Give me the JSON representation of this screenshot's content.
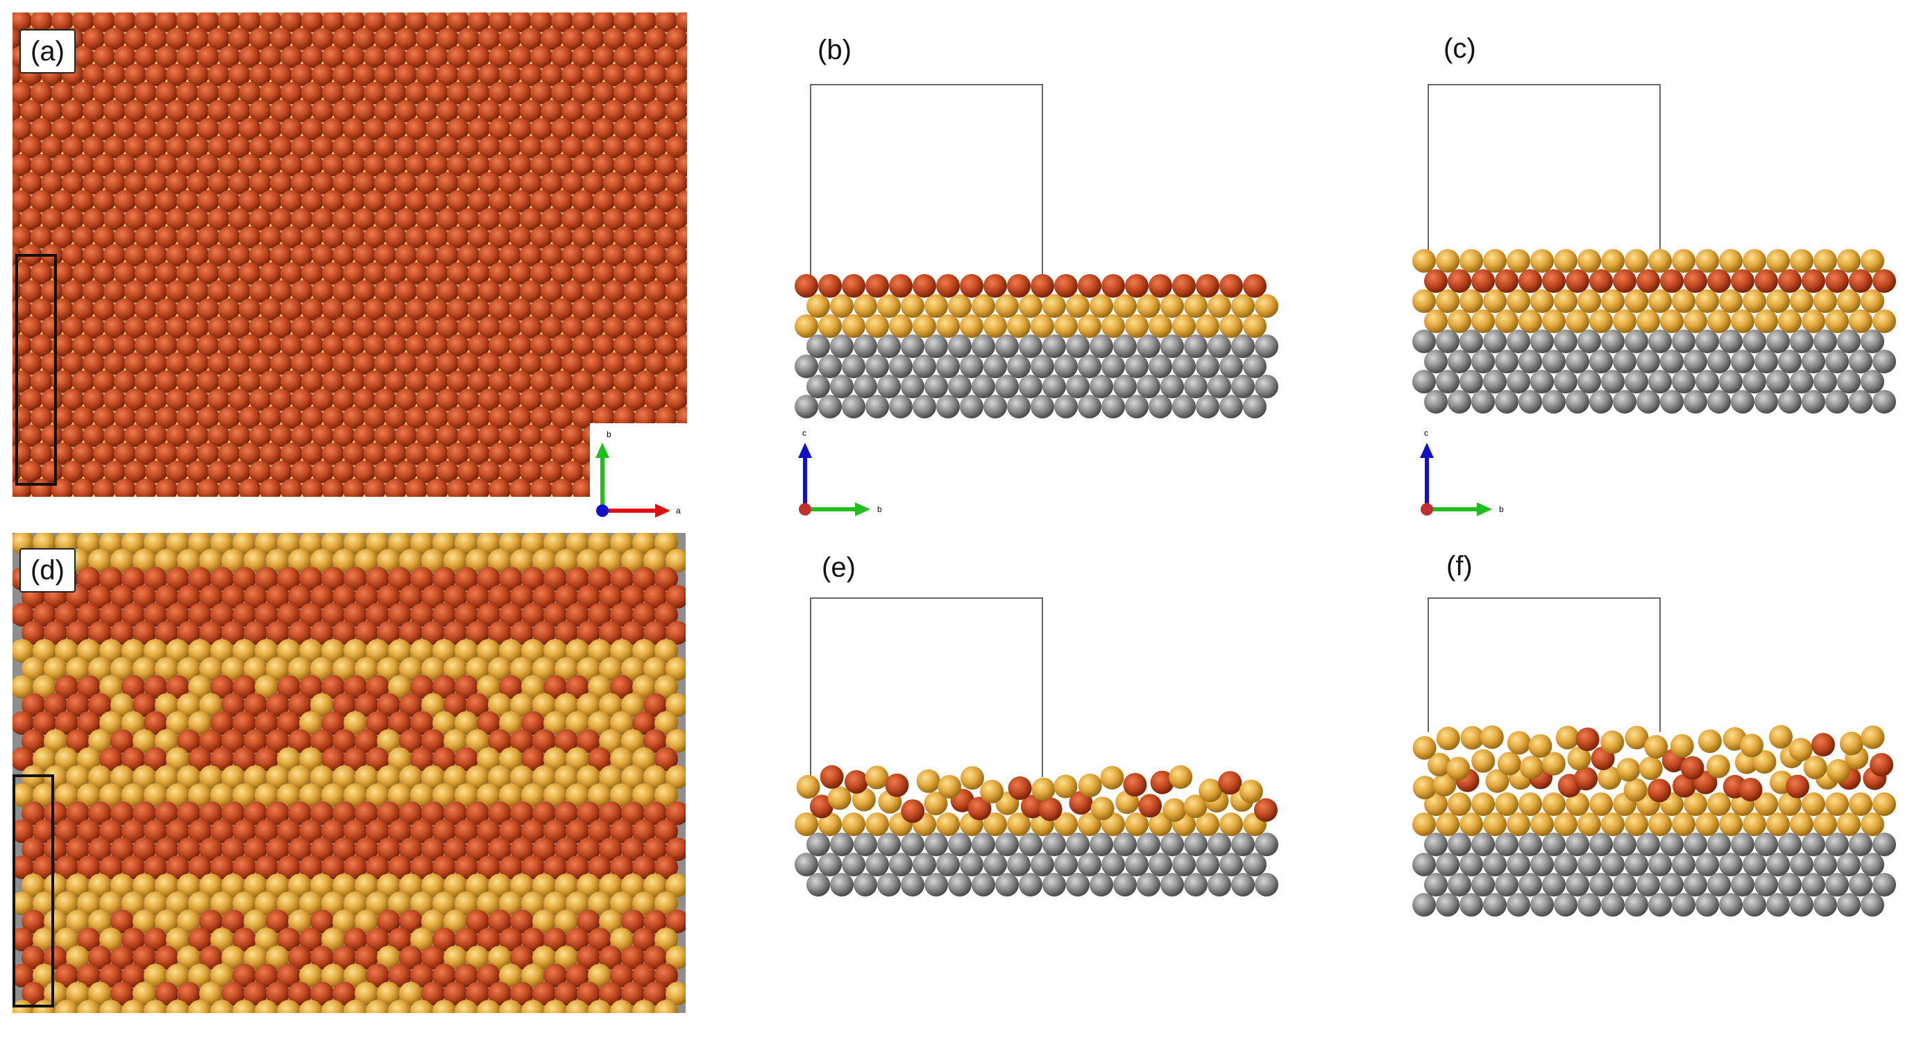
{
  "panels": [
    {
      "id": "a",
      "label": "(a)",
      "view": "top"
    },
    {
      "id": "b",
      "label": "(b)",
      "view": "side"
    },
    {
      "id": "c",
      "label": "(c)",
      "view": "side"
    },
    {
      "id": "d",
      "label": "(d)",
      "view": "top"
    },
    {
      "id": "e",
      "label": "(e)",
      "view": "side"
    },
    {
      "id": "f",
      "label": "(f)",
      "view": "side"
    }
  ],
  "axes_a": {
    "vertical": "b",
    "horizontal": "a"
  },
  "axes_side": {
    "vertical": "c",
    "horizontal": "b"
  },
  "colors": {
    "copper": "#c24a22",
    "gold": "#e2a73c",
    "substrate": "#8e8e8e",
    "axis_red": "#e01010",
    "axis_green": "#1fbf1f",
    "axis_blue": "#1010c8"
  },
  "layers": {
    "b": [
      "copper",
      "gold",
      "gold",
      "substrate",
      "substrate",
      "substrate",
      "substrate"
    ],
    "c": [
      "gold",
      "copper",
      "gold",
      "gold",
      "substrate",
      "substrate",
      "substrate",
      "substrate"
    ],
    "e": [
      "mixed-disordered",
      "mixed-disordered",
      "gold",
      "substrate",
      "substrate",
      "substrate"
    ],
    "f": [
      "gold-disordered",
      "gold-disordered",
      "mixed",
      "gold",
      "gold",
      "substrate",
      "substrate",
      "substrate",
      "substrate"
    ]
  }
}
